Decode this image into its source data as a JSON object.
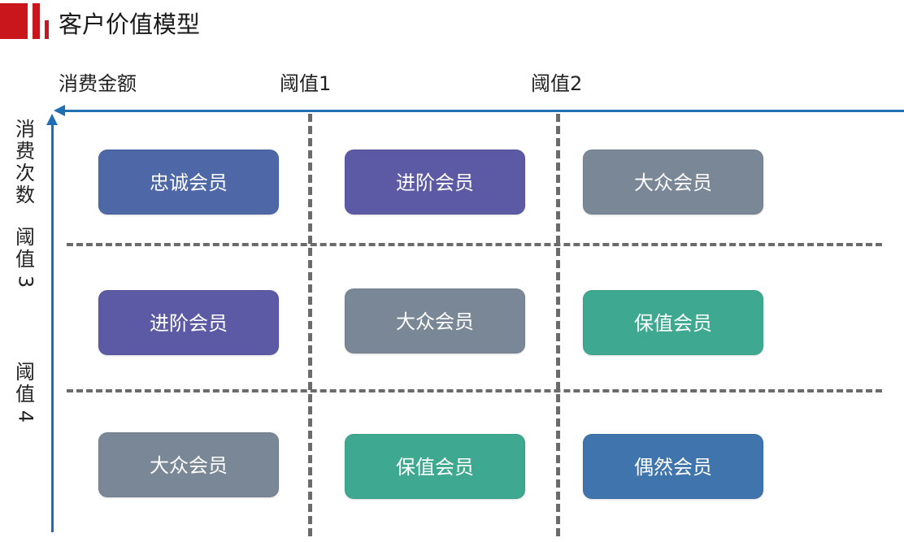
{
  "title": "客户价值模型",
  "x_axis": {
    "label": "消费金额",
    "thresholds": [
      "阈值1",
      "阈值2"
    ]
  },
  "y_axis": {
    "label": "消费次数",
    "thresholds": [
      {
        "text": "阈值",
        "num": "3"
      },
      {
        "text": "阈值",
        "num": "4"
      }
    ]
  },
  "colors": {
    "accent_red": "#c9161d",
    "axis_blue": "#1f6fb2",
    "loyal": "#4e68a7",
    "advanced": "#5d5aa5",
    "mass": "#7a8796",
    "value": "#3ea990",
    "occasional": "#3f74ac"
  },
  "grid": {
    "rows": [
      [
        {
          "label": "忠诚会员",
          "color": "#4e68a7"
        },
        {
          "label": "进阶会员",
          "color": "#5d5aa5"
        },
        {
          "label": "大众会员",
          "color": "#7a8796"
        }
      ],
      [
        {
          "label": "进阶会员",
          "color": "#5d5aa5"
        },
        {
          "label": "大众会员",
          "color": "#7a8796"
        },
        {
          "label": "保值会员",
          "color": "#3ea990"
        }
      ],
      [
        {
          "label": "大众会员",
          "color": "#7a8796"
        },
        {
          "label": "保值会员",
          "color": "#3ea990"
        },
        {
          "label": "偶然会员",
          "color": "#3f74ac"
        }
      ]
    ]
  }
}
